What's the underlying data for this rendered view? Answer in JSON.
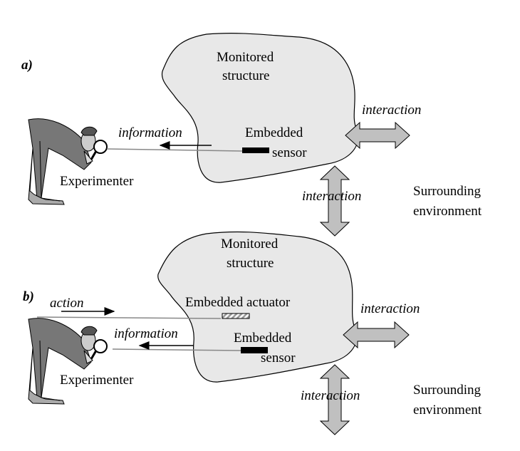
{
  "panel_a": {
    "label": "a)",
    "structure": "Monitored",
    "structure2": "structure",
    "sensor1": "Embedded",
    "sensor2": "sensor",
    "information": "information",
    "interaction_h": "interaction",
    "interaction_v": "interaction",
    "experimenter": "Experimenter",
    "env1": "Surrounding",
    "env2": "environment"
  },
  "panel_b": {
    "label": "b)",
    "structure": "Monitored",
    "structure2": "structure",
    "actuator": "Embedded actuator",
    "action": "action",
    "sensor1": "Embedded",
    "sensor2": "sensor",
    "information": "information",
    "interaction_h": "interaction",
    "interaction_v": "interaction",
    "experimenter": "Experimenter",
    "env1": "Surrounding",
    "env2": "environment"
  },
  "colors": {
    "structure_fill": "#e8e8e8",
    "arrow_fill": "#c0c0c0"
  }
}
